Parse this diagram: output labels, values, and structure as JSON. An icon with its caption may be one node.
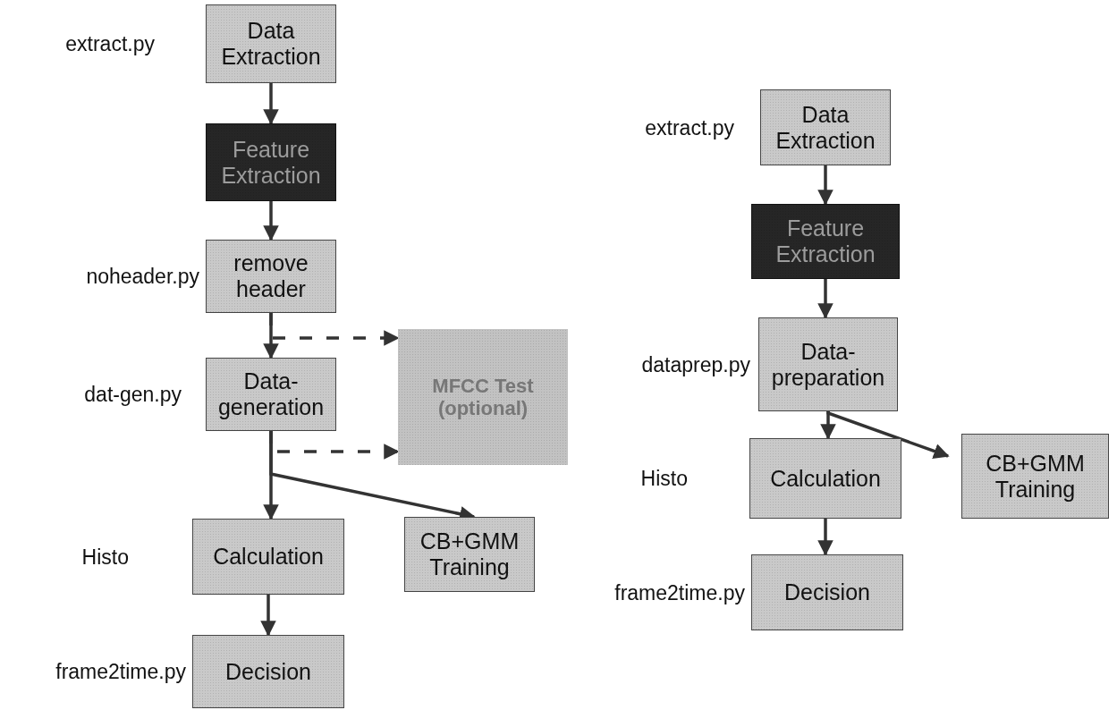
{
  "diagram": {
    "nodes": [
      {
        "text": [
          "Data Extraction"
        ],
        "beside": [
          "extract.py"
        ]
      },
      {
        "text": [
          "Feature Extraction"
        ]
      },
      {
        "text": [
          "remove header"
        ],
        "beside": [
          "noheader.py"
        ]
      },
      {
        "text": [
          "Data-generation"
        ],
        "beside": [
          "dat-gen.py"
        ]
      },
      {
        "text": [
          "MFCC Test (optional)"
        ]
      },
      {
        "text": [
          "Calculation"
        ],
        "beside": [
          "Histo"
        ]
      },
      {
        "text": [
          "CB+GMM Training"
        ]
      },
      {
        "text": [
          "Decision"
        ],
        "beside": [
          "frame2time.py"
        ]
      },
      {
        "text": [
          "Data Extraction"
        ],
        "beside": [
          "extract.py"
        ]
      },
      {
        "text": [
          "Feature Extraction"
        ]
      },
      {
        "text": [
          "Data-preparation"
        ],
        "beside": [
          "dataprep.py"
        ]
      },
      {
        "text": [
          "Calculation"
        ],
        "beside": [
          "Histo"
        ]
      },
      {
        "text": [
          "CB+GMM Training"
        ]
      },
      {
        "text": [
          "Decision"
        ],
        "beside": [
          "frame2time.py"
        ]
      }
    ],
    "edges": [
      {
        "from": 0,
        "to": 1,
        "arrow": "to"
      },
      {
        "from": 1,
        "to": 2,
        "arrow": "to"
      },
      {
        "from": 2,
        "to": 3,
        "arrow": "to"
      },
      {
        "from": 2,
        "to": 4,
        "arrow": "to",
        "style": "dashed"
      },
      {
        "from": 3,
        "to": 4,
        "arrow": "to",
        "style": "dashed"
      },
      {
        "from": 3,
        "to": 5,
        "arrow": "to"
      },
      {
        "from": 3,
        "to": 6,
        "arrow": "to"
      },
      {
        "from": 5,
        "to": 7,
        "arrow": "to"
      },
      {
        "from": 8,
        "to": 9,
        "arrow": "to"
      },
      {
        "from": 9,
        "to": 10,
        "arrow": "to"
      },
      {
        "from": 10,
        "to": 11,
        "arrow": "to"
      },
      {
        "from": 10,
        "to": 12,
        "arrow": "to"
      },
      {
        "from": 11,
        "to": 13,
        "arrow": "to"
      }
    ]
  }
}
